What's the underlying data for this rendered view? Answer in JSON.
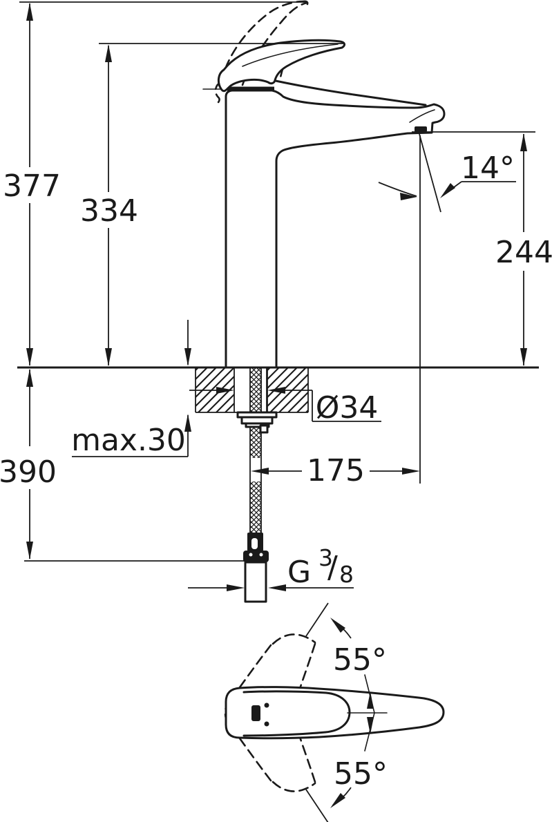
{
  "drawing": {
    "type": "technical-dimension-drawing",
    "subject": "single-lever basin mixer faucet, side view with mounting section and top view with handle swing range",
    "colors": {
      "ink": "#1a1a1a",
      "bg": "#ffffff"
    },
    "labels": {
      "height_total": "377",
      "height_body": "334",
      "spout_angle": "14°",
      "spout_height": "244",
      "below_deck": "390",
      "deck_thickness": "max.30",
      "hole_diameter": "Ø34",
      "spout_reach": "175",
      "thread_letter": "G",
      "thread_numerator": "3",
      "thread_slash": "/",
      "thread_denominator": "8",
      "handle_swing_up": "55°",
      "handle_swing_down": "55°"
    }
  }
}
